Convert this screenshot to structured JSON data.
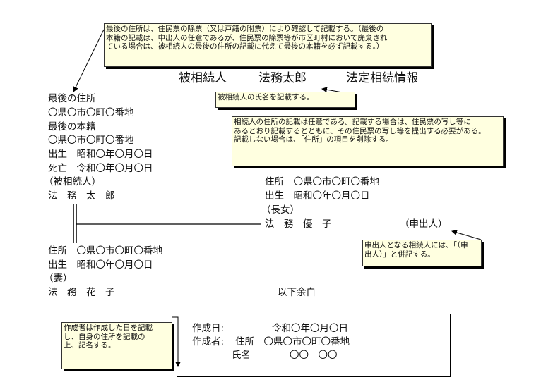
{
  "title": {
    "left": "被相続人",
    "name": "法務太郎",
    "right": "法定相続情報"
  },
  "deceased": {
    "last_address_label": "最後の住所",
    "last_address": "〇県〇市〇町〇番地",
    "last_domicile_label": "最後の本籍",
    "last_domicile": "〇県〇市〇町〇番地",
    "birth": "出生　昭和〇年〇月〇日",
    "death": "死亡　令和〇年〇月〇日",
    "role": "（被相続人）",
    "name": "法　務　太　郎"
  },
  "spouse": {
    "address": "住所　〇県〇市〇町〇番地",
    "birth": "出生　昭和〇年〇月〇日",
    "role": "（妻）",
    "name": "法　務　花　子"
  },
  "child": {
    "address": "住所　〇県〇市〇町〇番地",
    "birth": "出生　昭和〇年〇月〇日",
    "role": "（長女）",
    "name": "法　務　優　子",
    "applicant": "（申出人）"
  },
  "end_text": "以下余白",
  "certificate": {
    "date_label": "作成日:",
    "date": "令和〇年〇月〇日",
    "author_label": "作成者:",
    "address": "住所　〇県〇市〇町〇番地",
    "name_label": "氏名",
    "name": "〇〇　〇〇"
  },
  "notes": {
    "last_address": "最後の住所は、住民票の除票（又は戸籍の附票）により確認して記載する。（最後の\n本籍の記載は、申出人の任意であるが、住民票の除票等が市区町村において廃棄され\nている場合は、被相続人の最後の住所の記載に代えて最後の本籍を必ず記載する。）",
    "deceased_name": "被相続人の氏名を記載する。",
    "heir_address": "相続人の住所の記載は任意である。記載する場合は、住民票の写し等に\nあるとおり記載するとともに、その住民票の写し等を提出する必要がある。\n記載しない場合は、「住所」の項目を削除する。",
    "applicant": "申出人となる相続人には、「（申\n出人）」と併記する。",
    "author": "作成者は作成した日を記載\nし、自身の住所を記載の\n上、記名する。"
  }
}
